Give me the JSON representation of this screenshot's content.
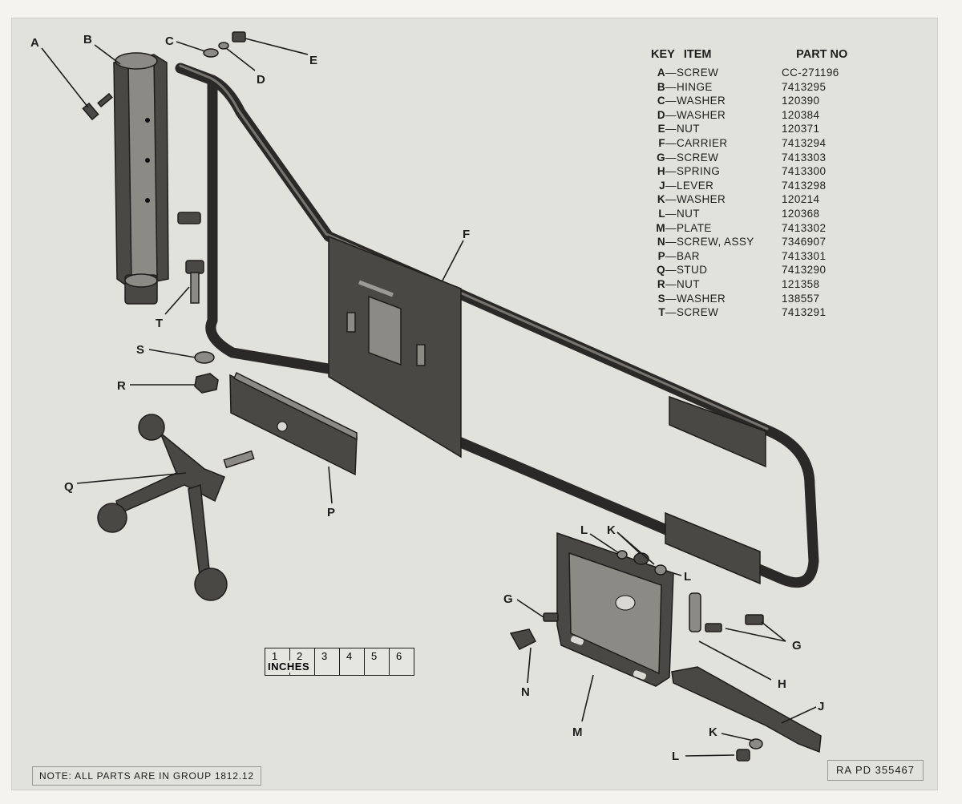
{
  "table": {
    "header": {
      "key": "KEY",
      "item": "ITEM",
      "part_no": "PART NO"
    },
    "rows": [
      {
        "key": "A",
        "item": "SCREW",
        "part_no": "CC-271196"
      },
      {
        "key": "B",
        "item": "HINGE",
        "part_no": "7413295"
      },
      {
        "key": "C",
        "item": "WASHER",
        "part_no": "120390"
      },
      {
        "key": "D",
        "item": "WASHER",
        "part_no": "120384"
      },
      {
        "key": "E",
        "item": "NUT",
        "part_no": "120371"
      },
      {
        "key": "F",
        "item": "CARRIER",
        "part_no": "7413294"
      },
      {
        "key": "G",
        "item": "SCREW",
        "part_no": "7413303"
      },
      {
        "key": "H",
        "item": "SPRING",
        "part_no": "7413300"
      },
      {
        "key": "J",
        "item": "LEVER",
        "part_no": "7413298"
      },
      {
        "key": "K",
        "item": "WASHER",
        "part_no": "120214"
      },
      {
        "key": "L",
        "item": "NUT",
        "part_no": "120368"
      },
      {
        "key": "M",
        "item": "PLATE",
        "part_no": "7413302"
      },
      {
        "key": "N",
        "item": "SCREW, ASSY",
        "part_no": "7346907"
      },
      {
        "key": "P",
        "item": "BAR",
        "part_no": "7413301"
      },
      {
        "key": "Q",
        "item": "STUD",
        "part_no": "7413290"
      },
      {
        "key": "R",
        "item": "NUT",
        "part_no": "121358"
      },
      {
        "key": "S",
        "item": "WASHER",
        "part_no": "138557"
      },
      {
        "key": "T",
        "item": "SCREW",
        "part_no": "7413291"
      }
    ]
  },
  "callouts": {
    "A": "A",
    "B": "B",
    "C": "C",
    "D": "D",
    "E": "E",
    "F": "F",
    "G": "G",
    "H": "H",
    "J": "J",
    "K": "K",
    "L": "L",
    "M": "M",
    "N": "N",
    "P": "P",
    "Q": "Q",
    "R": "R",
    "S": "S",
    "T": "T"
  },
  "scale": {
    "label": "INCHES",
    "marks": [
      "1",
      "2",
      "3",
      "4",
      "5",
      "6"
    ]
  },
  "note": "NOTE: ALL PARTS ARE IN GROUP 1812.12",
  "reference": "RA PD 355467",
  "colors": {
    "paper": "#e2e2dd",
    "ink": "#1d1d1b",
    "metal": "#4a4845"
  }
}
